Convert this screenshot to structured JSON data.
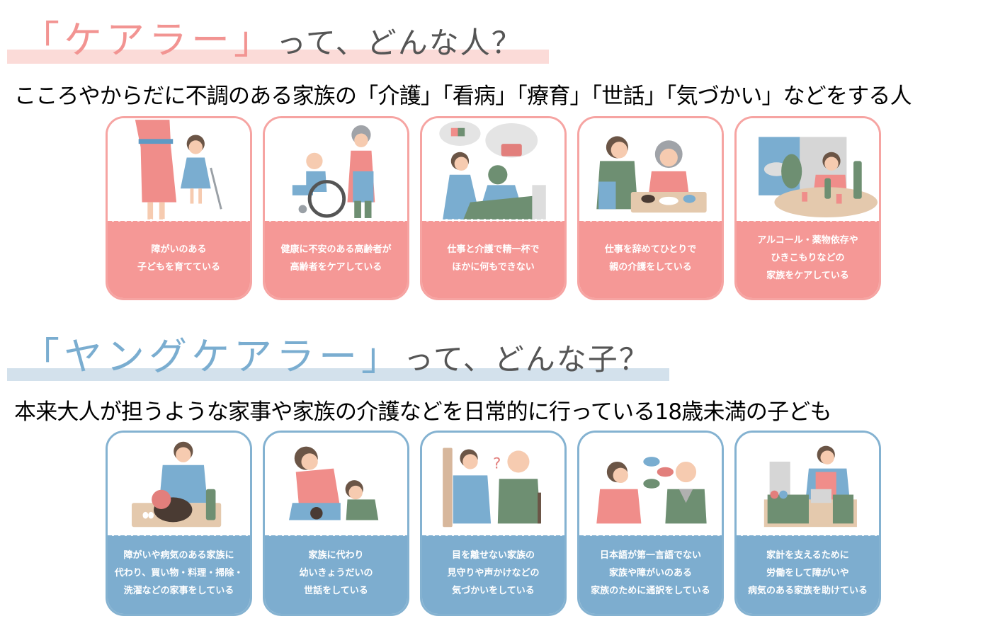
{
  "carer": {
    "heading_accent": "「ケアラー」",
    "heading_rest": "って、どんな人？",
    "definition": "こころやからだに不調のある家族の「介護」「看病」「療育」「世話」「気づかい」などをする人",
    "accent_color": "#f29492",
    "band_color": "#fbdbd8",
    "cards": [
      {
        "caption": "障がいのある\n子どもを育てている",
        "illustration": "mother-child-cane-illustration"
      },
      {
        "caption": "健康に不安のある高齢者が\n高齢者をケアしている",
        "illustration": "elderly-wheelchair-illustration"
      },
      {
        "caption": "仕事と介護で精一杯で\nほかに何もできない",
        "illustration": "bedside-care-illustration"
      },
      {
        "caption": "仕事を辞めてひとりで\n親の介護をしている",
        "illustration": "feeding-parent-illustration"
      },
      {
        "caption": "アルコール・薬物依存や\nひきこもりなどの\n家族をケアしている",
        "illustration": "alcohol-table-illustration"
      }
    ]
  },
  "young_carer": {
    "heading_accent": "「ヤングケアラー」",
    "heading_rest": "って、どんな子？",
    "definition": "本来大人が担うような家事や家族の介護などを日常的に行っている18歳未満の子ども",
    "accent_color": "#7aadd0",
    "band_color": "#d3e1ec",
    "cards": [
      {
        "caption": "障がいや病気のある家族に\n代わり、買い物・料理・掃除・\n洗濯などの家事をしている",
        "illustration": "cooking-illustration"
      },
      {
        "caption": "家族に代わり\n幼いきょうだいの\n世話をしている",
        "illustration": "sibling-care-illustration"
      },
      {
        "caption": "目を離せない家族の\n見守りや声かけなどの\n気づかいをしている",
        "illustration": "watching-elder-illustration"
      },
      {
        "caption": "日本語が第一言語でない\n家族や障がいのある\n家族のために通訳をしている",
        "illustration": "interpreting-illustration"
      },
      {
        "caption": "家計を支えるために\n労働をして障がいや\n病気のある家族を助けている",
        "illustration": "cashier-work-illustration"
      }
    ]
  }
}
